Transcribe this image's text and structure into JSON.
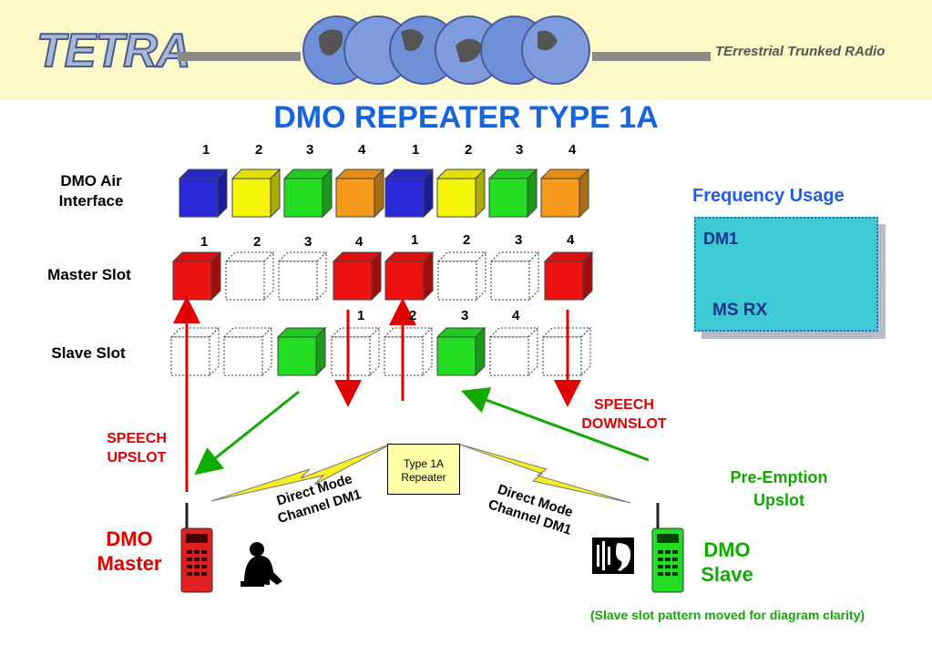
{
  "header": {
    "logo": "TETRA",
    "tagline": "TErrestrial Trunked RAdio"
  },
  "title": "DMO REPEATER TYPE 1A",
  "rows": {
    "air": {
      "label": "DMO Air Interface",
      "numbers": [
        "1",
        "2",
        "3",
        "4",
        "1",
        "2",
        "3",
        "4"
      ],
      "colors": [
        "#2a2ad8",
        "#f5f50a",
        "#22dd22",
        "#f59a1a",
        "#2a2ad8",
        "#f5f50a",
        "#22dd22",
        "#f59a1a"
      ]
    },
    "master": {
      "label": "Master Slot",
      "numbers": [
        "1",
        "2",
        "3",
        "4",
        "1",
        "2",
        "3",
        "4"
      ],
      "colors": [
        "#ee1111",
        "none",
        "none",
        "#ee1111",
        "#ee1111",
        "none",
        "none",
        "#ee1111"
      ]
    },
    "slave": {
      "label": "Slave Slot",
      "numbers": [
        "1",
        "2",
        "3",
        "4"
      ],
      "colors": [
        "none",
        "none",
        "#22dd22",
        "none",
        "none",
        "#22dd22",
        "none",
        "none"
      ]
    }
  },
  "frequency": {
    "title": "Frequency Usage",
    "channel": "DM1",
    "rx_label": "MS RX"
  },
  "annotations": {
    "speech_upslot": "SPEECH UPSLOT",
    "speech_downslot": "SPEECH DOWNSLOT",
    "pre_emption": "Pre-Emption Upslot",
    "repeater": "Type 1A Repeater",
    "channel_left": "Direct Mode Channel DM1",
    "channel_right": "Direct Mode Channel DM1",
    "dmo_master": "DMO Master",
    "dmo_slave": "DMO Slave",
    "note": "(Slave slot pattern moved for diagram clarity)"
  },
  "colors": {
    "title": "#1565e0",
    "red": "#e00000",
    "green": "#11aa00",
    "freq_box": "#3ccad4"
  }
}
